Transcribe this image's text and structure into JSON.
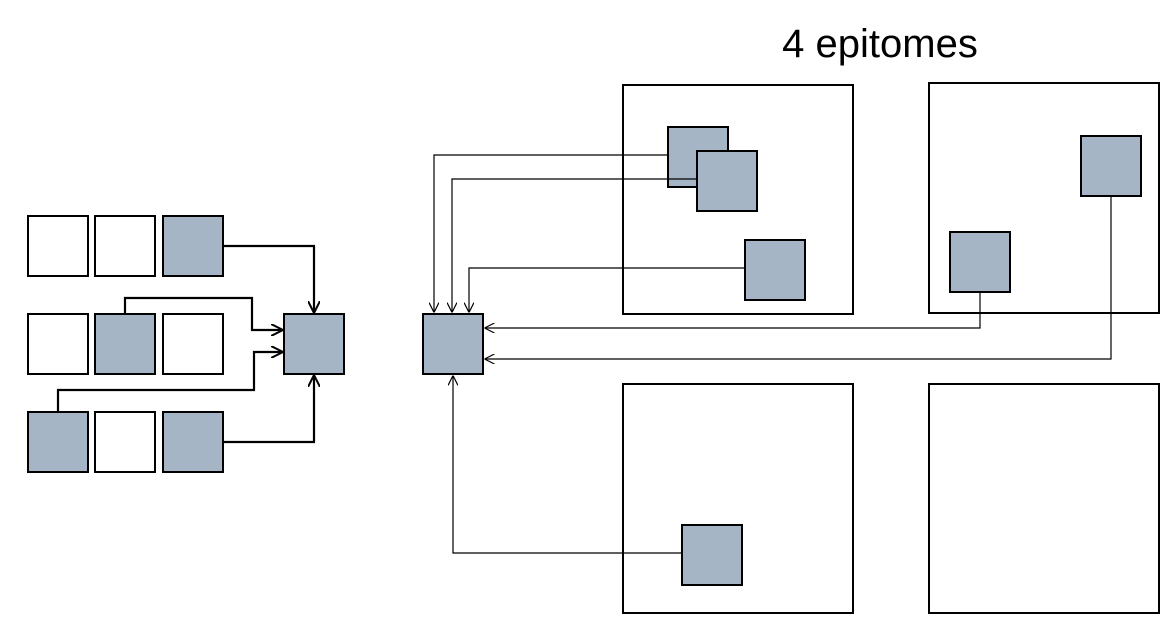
{
  "title": "4 epitomes",
  "colors": {
    "patch_fill": "#a5b5c5",
    "stroke": "#000000",
    "background": "#ffffff"
  },
  "grid": {
    "rows": [
      [
        false,
        false,
        true
      ],
      [
        false,
        true,
        false
      ],
      [
        true,
        false,
        true
      ]
    ]
  },
  "epitomes": {
    "count": 4,
    "patches_per_epitome": [
      3,
      2,
      1,
      0
    ]
  }
}
